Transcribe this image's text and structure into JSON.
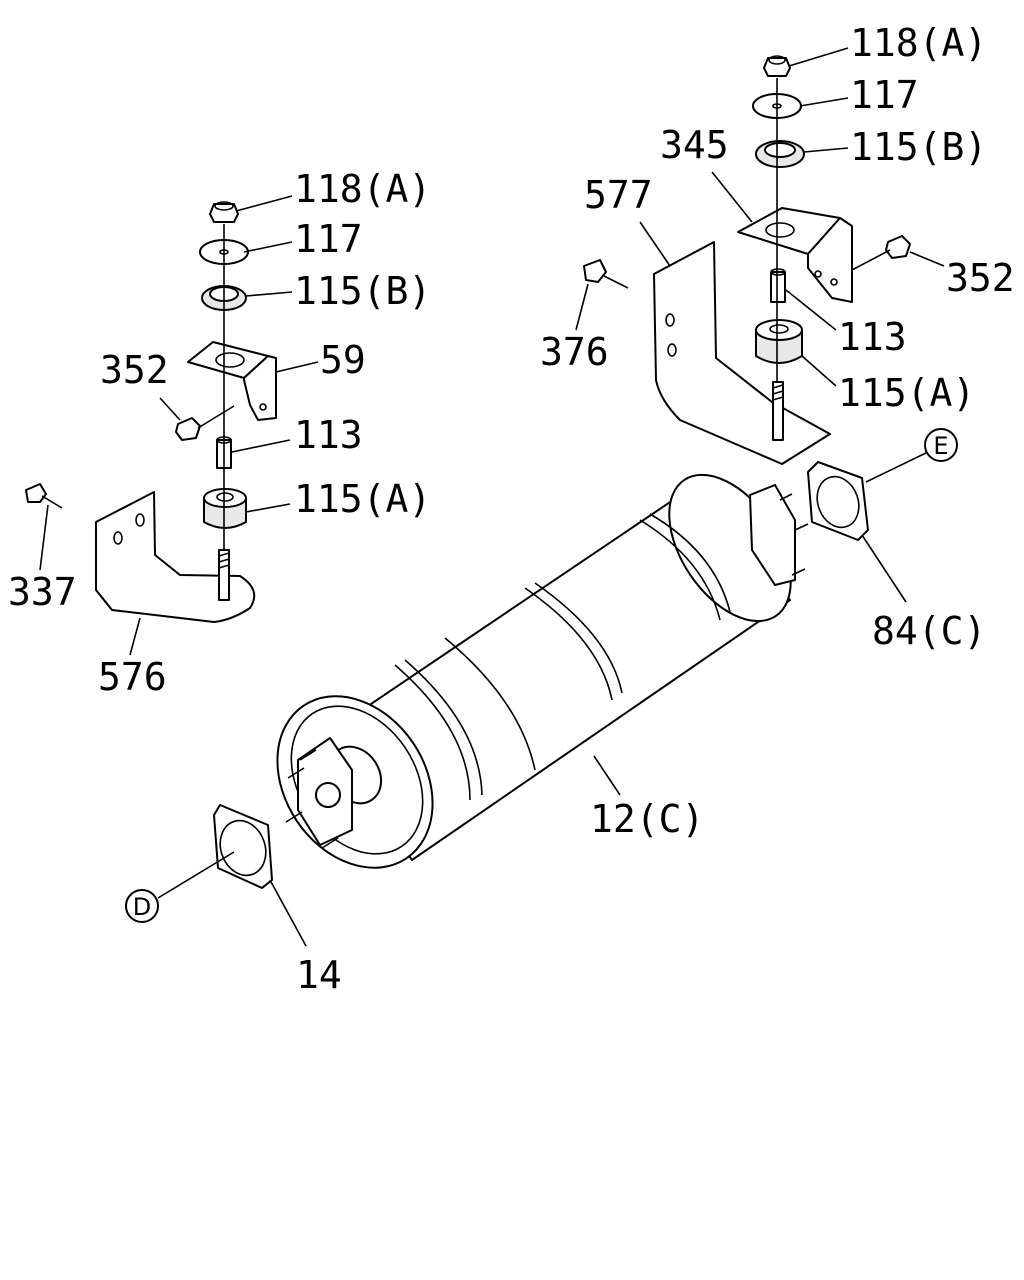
{
  "labels": {
    "l_118a_left": "118(A)",
    "l_117_left": "117",
    "l_115b_left": "115(B)",
    "l_59": "59",
    "l_352_left": "352",
    "l_113_left": "113",
    "l_115a_left": "115(A)",
    "l_337": "337",
    "l_576": "576",
    "l_118a_right": "118(A)",
    "l_117_right": "117",
    "l_115b_right": "115(B)",
    "l_345": "345",
    "l_577": "577",
    "l_352_right": "352",
    "l_376": "376",
    "l_113_right": "113",
    "l_115a_right": "115(A)",
    "l_84c": "84(C)",
    "l_12c": "12(C)",
    "l_14": "14",
    "m_e": "E",
    "m_d": "D"
  }
}
